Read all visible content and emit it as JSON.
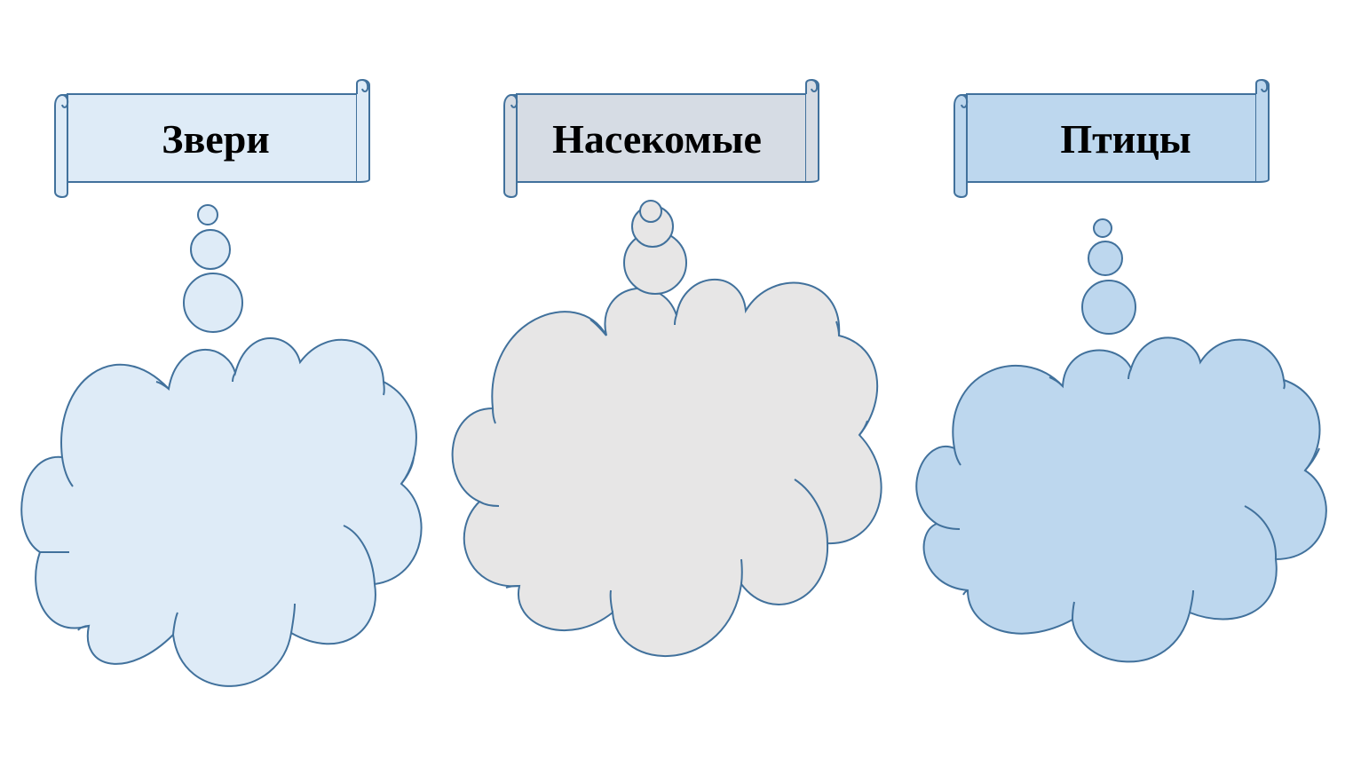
{
  "slide": {
    "categories": [
      {
        "label": "Звери",
        "fill": "#deebf7"
      },
      {
        "label": "Насекомые",
        "fill": "#d6dce4"
      },
      {
        "label": "Птицы",
        "fill": "#bdd7ee"
      }
    ],
    "cloud_fills": [
      "#deebf7",
      "#e7e6e6",
      "#bdd7ee"
    ],
    "outline_color": "#41719c"
  }
}
